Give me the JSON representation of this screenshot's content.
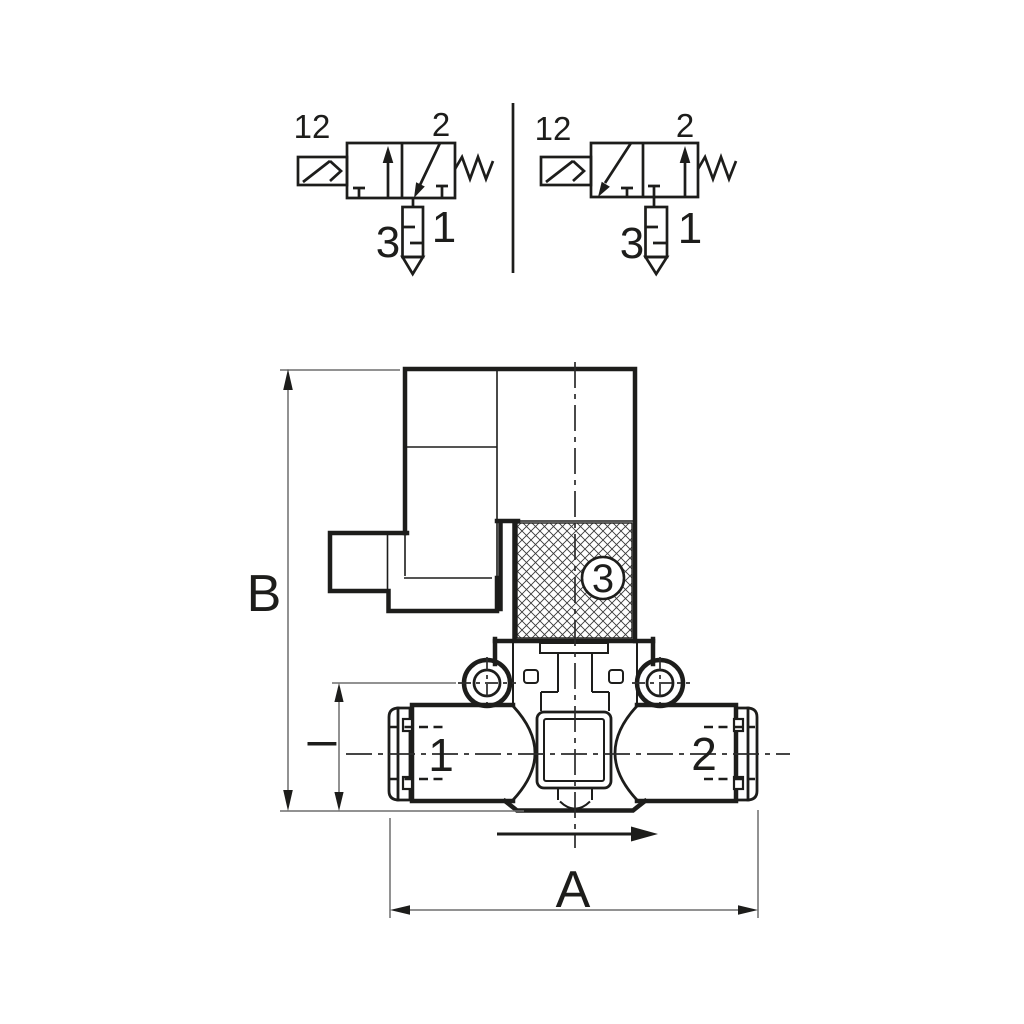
{
  "colors": {
    "line": "#1d1d1b",
    "dimension_line": "#6f6f6f",
    "background": "#ffffff"
  },
  "schematic_left": {
    "pilot_port": "12",
    "outlet_port": "2",
    "exhaust_port": "3",
    "supply_port": "1"
  },
  "schematic_right": {
    "pilot_port": "12",
    "outlet_port": "2",
    "exhaust_port": "3",
    "supply_port": "1"
  },
  "drawing": {
    "dim_height": "B",
    "dim_width": "A",
    "dim_port_axis": "–",
    "port_1": "1",
    "port_2": "2",
    "exhaust_callout": "3"
  }
}
